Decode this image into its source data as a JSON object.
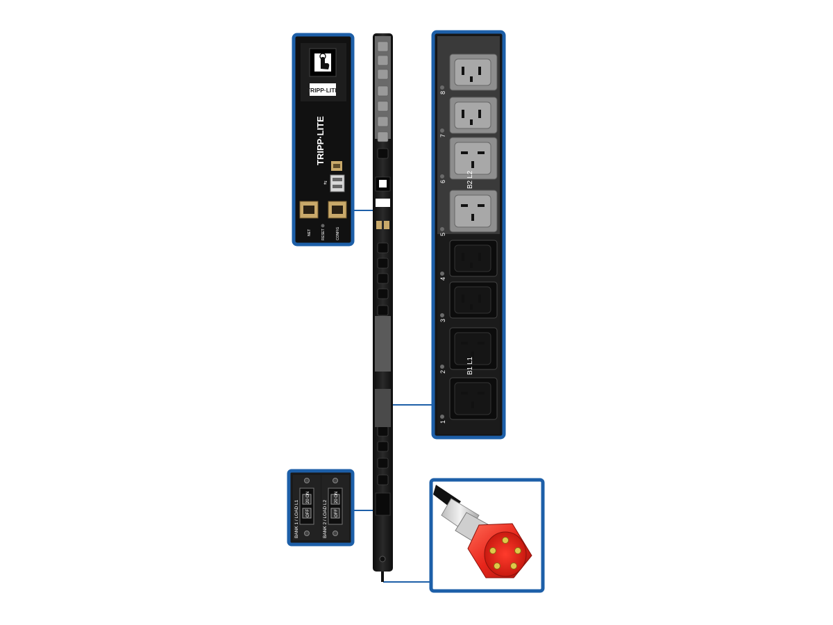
{
  "brand": {
    "logo_text": "TRIPP·LITE"
  },
  "control_panel": {
    "port_labels": [
      "NET",
      "RESET",
      "CONFIG"
    ],
    "usb_icon": "usb-icon",
    "touch_icon": "touch-hand-icon"
  },
  "outlet_panel": {
    "outlets": [
      {
        "number": "8",
        "type": "C13",
        "color": "gray"
      },
      {
        "number": "7",
        "type": "C13",
        "color": "gray"
      },
      {
        "number": "6",
        "type": "C19",
        "color": "gray"
      },
      {
        "number": "5",
        "type": "C19",
        "color": "gray"
      },
      {
        "number": "4",
        "type": "C13",
        "color": "black"
      },
      {
        "number": "3",
        "type": "C13",
        "color": "black"
      },
      {
        "number": "2",
        "type": "C19",
        "color": "black"
      },
      {
        "number": "1",
        "type": "C19",
        "color": "black"
      }
    ],
    "bank_labels": [
      "B2 L2",
      "B1 L1"
    ]
  },
  "breaker_panel": {
    "breakers": [
      {
        "label": "BANK 1 / LOAD L1",
        "amp": "20",
        "on_label": "ON",
        "off_label": "OFF"
      },
      {
        "label": "BANK 2 / LOAD L2",
        "amp": "20",
        "on_label": "ON",
        "off_label": "OFF"
      }
    ]
  },
  "plug": {
    "type": "IEC 60309 red 5-pin"
  },
  "colors": {
    "callout_border": "#1d5fa8",
    "pdu_body": "#1a1a1a",
    "outlet_gray": "#8e8e8e",
    "plug_red": "#e8251b"
  }
}
